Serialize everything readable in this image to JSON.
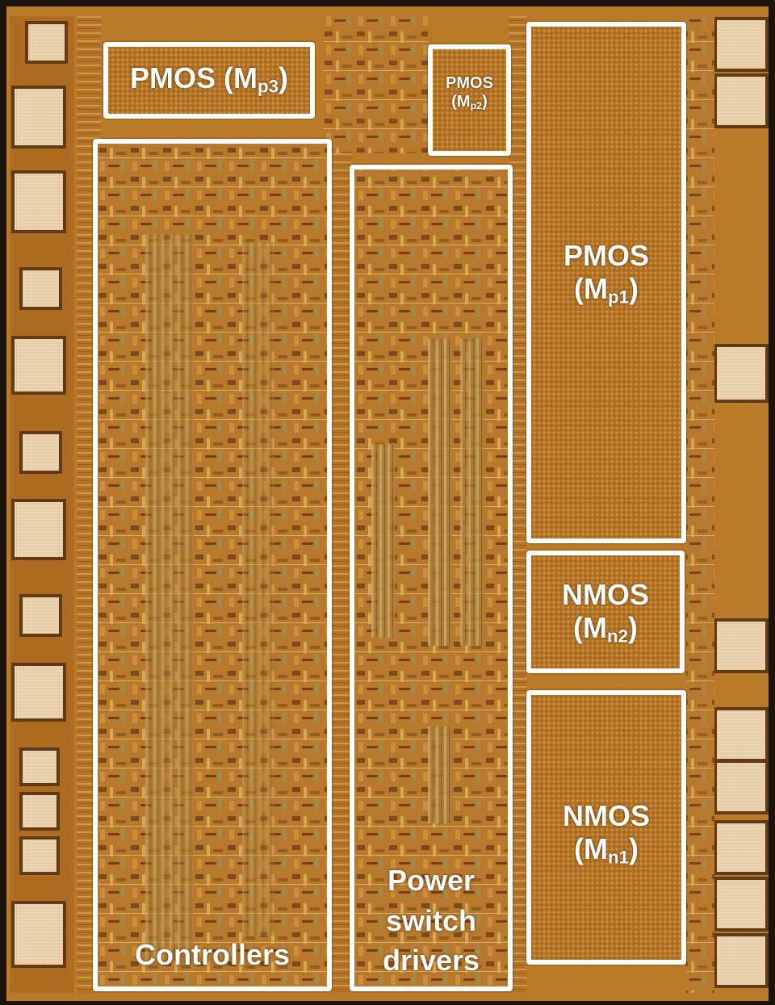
{
  "regions": {
    "pmos_mp3": {
      "name": "PMOS (M",
      "sub": "p3",
      "close": ")"
    },
    "pmos_mp2": {
      "name": "PMOS",
      "open": "(M",
      "sub": "p2",
      "close": ")"
    },
    "pmos_mp1": {
      "name": "PMOS",
      "open": "(M",
      "sub": "p1",
      "close": ")"
    },
    "nmos_mn2": {
      "name": "NMOS",
      "open": "(M",
      "sub": "n2",
      "close": ")"
    },
    "nmos_mn1": {
      "name": "NMOS",
      "open": "(M",
      "sub": "n1",
      "close": ")"
    },
    "controllers": {
      "label": "Controllers"
    },
    "power_switch_drivers": {
      "line1": "Power",
      "line2": "switch",
      "line3": "drivers"
    }
  },
  "colors": {
    "die_base": "#b8741e",
    "die_light": "#d6a24a",
    "die_dark": "#6b3a12",
    "pad": "#e8d2ae",
    "box": "#ffffff"
  }
}
